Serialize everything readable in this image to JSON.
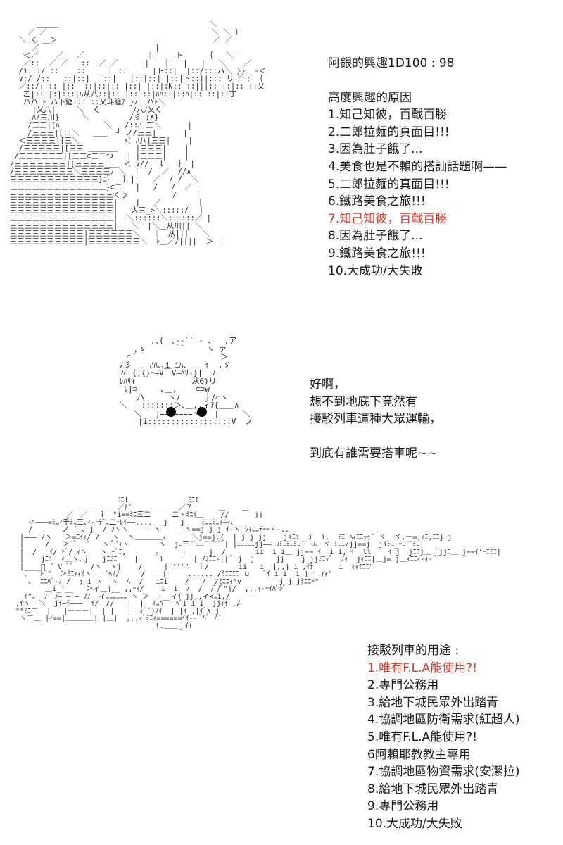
{
  "interest_panel": {
    "title": "阿銀的興趣1D100 : 98",
    "heading": "高度興趣的原因",
    "items": [
      {
        "text": "1.知己知彼，百戰百勝",
        "highlight": false
      },
      {
        "text": "2.二郎拉麵的真面目!!!",
        "highlight": false
      },
      {
        "text": "3.因為肚子餓了...",
        "highlight": false
      },
      {
        "text": "4.美食也是不賴的搭訕話題啊——",
        "highlight": false
      },
      {
        "text": "5.二郎拉麵的真面目!!!",
        "highlight": false
      },
      {
        "text": "6.鐵路美食之旅!!!",
        "highlight": false
      },
      {
        "text": "7.知己知彼，百戰百勝",
        "highlight": true
      },
      {
        "text": "8.因為肚子餓了...",
        "highlight": false
      },
      {
        "text": "9.鐵路美食之旅!!!",
        "highlight": false
      },
      {
        "text": "10.大成功/大失敗",
        "highlight": false
      }
    ]
  },
  "dialogue": {
    "line1": "好啊，",
    "line2": "想不到地底下竟然有",
    "line3": "接駁列車這種大眾運輸，",
    "line4": "到底有誰需要搭車呢~~"
  },
  "usage_panel": {
    "heading": "接駁列車的用途 :",
    "items": [
      {
        "text": "1.唯有F.L.A能使用?!",
        "highlight": true
      },
      {
        "text": "2.專門公務用",
        "highlight": false
      },
      {
        "text": "3.給地下城民眾外出踏青",
        "highlight": false
      },
      {
        "text": "4.協調地區防衛需求(紅超人)",
        "highlight": false
      },
      {
        "text": "5.唯有F.L.A能使用?!",
        "highlight": false
      },
      {
        "text": "6阿賴耶教教主專用",
        "highlight": false
      },
      {
        "text": "7.協調地區物資需求(安潔拉)",
        "highlight": false
      },
      {
        "text": "8.給地下城民眾外出踏青",
        "highlight": false
      },
      {
        "text": "9.專門公務用",
        "highlight": false
      },
      {
        "text": "10.大成功/大失敗",
        "highlight": false
      }
    ]
  },
  "colors": {
    "text": "#1a1a1a",
    "highlight": "#e03a2e",
    "background": "#ffffff"
  }
}
